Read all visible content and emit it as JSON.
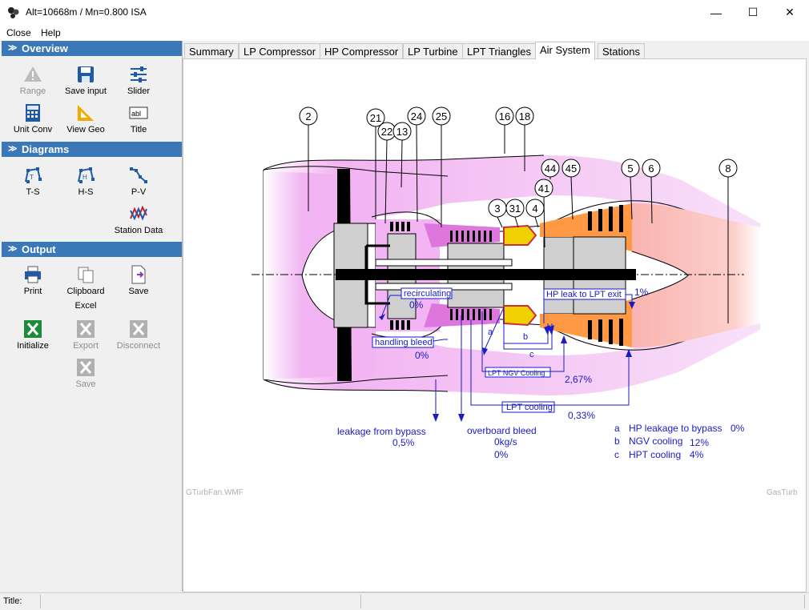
{
  "window": {
    "title": "Alt=10668m / Mn=0.800 ISA",
    "minimize": "—",
    "maximize": "☐",
    "close": "✕"
  },
  "menu": [
    "Close",
    "Help"
  ],
  "sidebar": {
    "sections": [
      {
        "title": "Overview",
        "items": [
          {
            "label": "Range",
            "icon": "warning-icon",
            "enabled": false
          },
          {
            "label": "Save input",
            "icon": "floppy-icon",
            "enabled": true
          },
          {
            "label": "Slider",
            "icon": "slider-icon",
            "enabled": true
          },
          {
            "label": "Unit Conv",
            "icon": "calculator-icon",
            "enabled": true
          },
          {
            "label": "View Geo",
            "icon": "set-square-icon",
            "enabled": true
          },
          {
            "label": "Title",
            "icon": "text-field-icon",
            "enabled": true
          }
        ]
      },
      {
        "title": "Diagrams",
        "items": [
          {
            "label": "T-S",
            "icon": "ts-diagram-icon",
            "enabled": true
          },
          {
            "label": "H-S",
            "icon": "hs-diagram-icon",
            "enabled": true
          },
          {
            "label": "P-V",
            "icon": "pv-diagram-icon",
            "enabled": true
          },
          {
            "label": "Station Data",
            "icon": "station-data-icon",
            "enabled": true
          }
        ]
      },
      {
        "title": "Output",
        "items": [
          {
            "label": "Print",
            "icon": "printer-icon",
            "enabled": true
          },
          {
            "label": "Clipboard",
            "icon": "clipboard-icon",
            "enabled": true
          },
          {
            "label": "Save",
            "icon": "save-file-icon",
            "enabled": true
          },
          {
            "label": "Excel",
            "icon": "",
            "enabled": true
          },
          {
            "label": "Initialize",
            "icon": "excel-icon",
            "enabled": true
          },
          {
            "label": "Export",
            "icon": "excel-icon",
            "enabled": false
          },
          {
            "label": "Disconnect",
            "icon": "excel-icon",
            "enabled": false
          },
          {
            "label": "Save",
            "icon": "excel-save-icon",
            "enabled": false
          }
        ]
      }
    ]
  },
  "tabs": [
    {
      "label": "Summary",
      "active": false
    },
    {
      "label": "LP Compressor",
      "active": false
    },
    {
      "label": "HP Compressor",
      "active": false
    },
    {
      "label": "LP Turbine",
      "active": false
    },
    {
      "label": "LPT Triangles",
      "active": false
    },
    {
      "label": "Air System",
      "active": true
    },
    {
      "label": "Stations",
      "active": false
    }
  ],
  "diagram": {
    "stations": [
      "2",
      "21",
      "22",
      "13",
      "24",
      "25",
      "16",
      "18",
      "3",
      "31",
      "4",
      "41",
      "44",
      "45",
      "5",
      "6",
      "8"
    ],
    "labels": {
      "recirculating": "recirculating",
      "recirculating_value": "0%",
      "handling_bleed": "handling bleed",
      "handling_bleed_value": "0%",
      "hp_leak": "HP leak to LPT exit",
      "hp_leak_value": "1%",
      "lpt_ngv_cooling": "LPT NGV Cooling",
      "lpt_ngv_value": "2,67%",
      "lpt_cooling": "LPT cooling",
      "lpt_cooling_value": "0,33%",
      "leakage_bypass": "leakage from bypass",
      "leakage_bypass_value": "0,5%",
      "overboard_bleed": "overboard bleed",
      "overboard_bleed_flow": "0kg/s",
      "overboard_bleed_value": "0%",
      "marker_a": "a",
      "marker_b": "b",
      "marker_c": "c",
      "legend_a_key": "a",
      "legend_a_text": "HP leakage to bypass",
      "legend_a_value": "0%",
      "legend_b_key": "b",
      "legend_b_text": "NGV cooling",
      "legend_b_value": "12%",
      "legend_c_key": "c",
      "legend_c_text": "HPT cooling",
      "legend_c_value": "4%",
      "footer_left": "GTurbFan.WMF",
      "footer_right": "GasTurb"
    },
    "colors": {
      "inlet_fan": "#f2b4f2",
      "compressor": "#dd77dd",
      "combustor": "#f0d000",
      "hpt": "#ff9944",
      "nozzle": "#fac0b0",
      "annotation": "#1a1acc"
    }
  },
  "status": {
    "title_label": "Title:"
  }
}
